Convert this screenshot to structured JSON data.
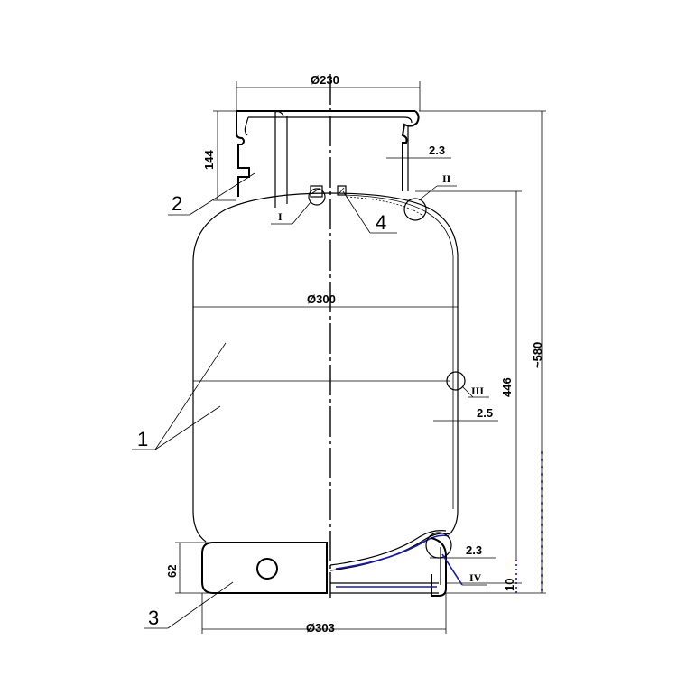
{
  "dimensions": {
    "top_diameter": "Ø230",
    "collar_height": "144",
    "collar_wall": "2.3",
    "body_diameter": "Ø300",
    "body_wall": "2.5",
    "body_height": "446",
    "overall_height": "~580",
    "bottom_wall": "2.3",
    "base_height": "62",
    "base_offset": "10",
    "base_diameter": "Ø303"
  },
  "part_numbers": {
    "body": "1",
    "collar": "2",
    "foot_ring": "3",
    "valve_seat": "4"
  },
  "detail_marks": {
    "d1": "I",
    "d2": "II",
    "d3": "III",
    "d4": "IV"
  }
}
